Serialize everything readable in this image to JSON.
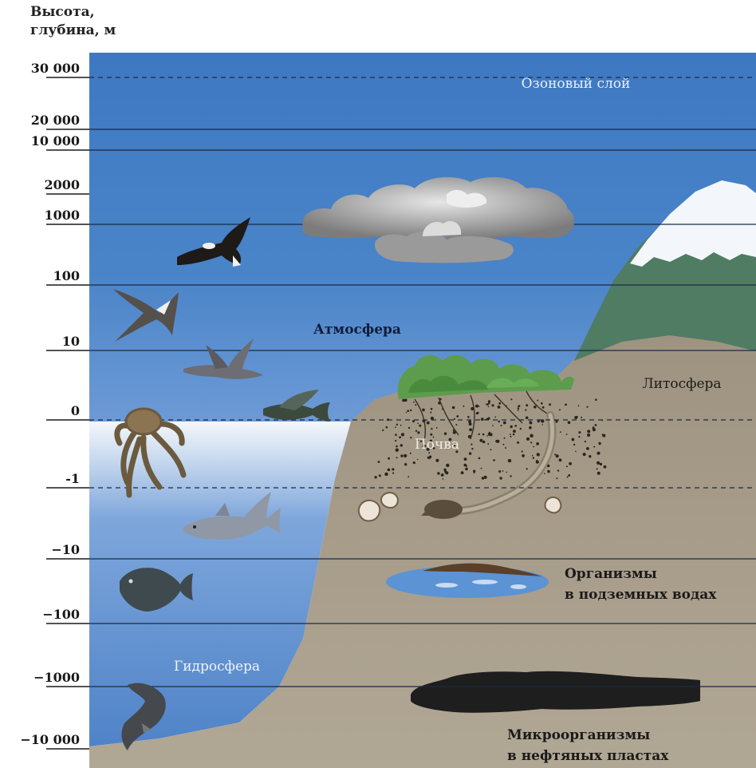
{
  "axis_title": {
    "line1": "Высота,",
    "line2": "глубина, м"
  },
  "ticks": [
    {
      "label": "30 000",
      "style": "dashed"
    },
    {
      "label": "20 000",
      "style": "solid"
    },
    {
      "label": "10 000",
      "style": "solid"
    },
    {
      "label": "2000",
      "style": "none"
    },
    {
      "label": "1000",
      "style": "solid"
    },
    {
      "label": "100",
      "style": "solid"
    },
    {
      "label": "10",
      "style": "solid"
    },
    {
      "label": "0",
      "style": "dashed"
    },
    {
      "label": "-1",
      "style": "dashed"
    },
    {
      "label": "−10",
      "style": "solid"
    },
    {
      "label": "−100",
      "style": "solid"
    },
    {
      "label": "−1000",
      "style": "solid"
    },
    {
      "label": "−10 000",
      "style": "none"
    }
  ],
  "labels": {
    "ozone": "Озоновый слой",
    "atmosphere": "Атмосфера",
    "lithosphere": "Литосфера",
    "soil": "Почва",
    "groundwater_line1": "Организмы",
    "groundwater_line2": "в подземных водах",
    "hydrosphere": "Гидросфера",
    "oil_line1": "Микроорганизмы",
    "oil_line2": "в нефтяных пластах"
  },
  "colors": {
    "sky": "#4c82c6",
    "sky_light": "#8fb4e2",
    "water": "#5a8fd0",
    "ground": "#a69c8a",
    "mountain": "#4e7b62",
    "snow": "#f3f7fb",
    "vegetation": "#5a9a4c",
    "oil": "#1e1e1e",
    "line": "#1a2a44"
  },
  "icons": [
    "eagle-icon",
    "swift-icon",
    "gull-icon",
    "flying-fish-icon",
    "octopus-icon",
    "shark-icon",
    "fish-icon",
    "deep-sea-fish-icon",
    "mole-icon",
    "snail-icon",
    "cloud-icon"
  ]
}
